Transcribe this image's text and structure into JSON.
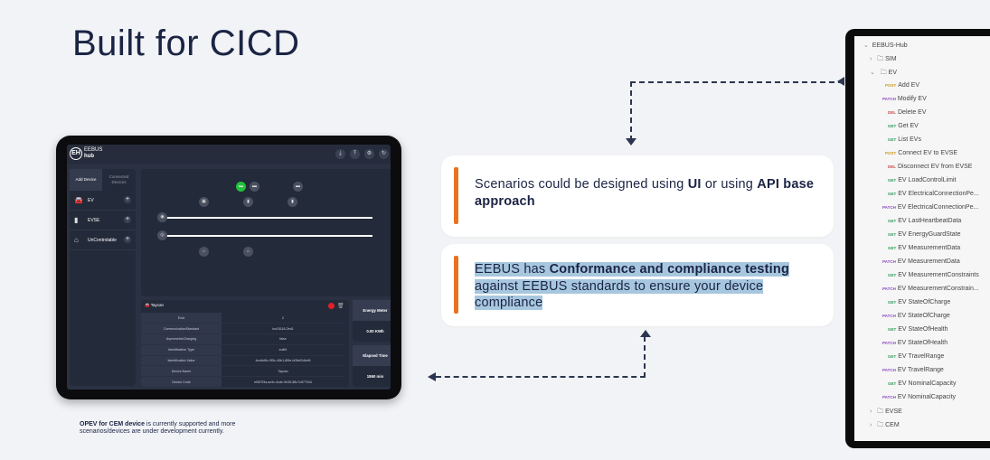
{
  "title": "Built for CICD",
  "app": {
    "logo_mark": "EH",
    "logo_line1": "EEBUS",
    "logo_line2": "hub",
    "header_icons": [
      "download-icon",
      "upload-icon",
      "settings-icon",
      "refresh-icon"
    ],
    "tabs": [
      "Add Device",
      "Connected Devices"
    ],
    "devices": [
      {
        "label": "EV",
        "icon": "car-icon"
      },
      {
        "label": "EVSE",
        "icon": "charger-icon"
      },
      {
        "label": "UnControlable",
        "icon": "house-icon"
      }
    ],
    "device_card": {
      "name": "Taycan",
      "rows": [
        {
          "key": "EvId",
          "value": "2"
        },
        {
          "key": "CommunicationStandard",
          "value": "iso15118-2ed1"
        },
        {
          "key": "AsymmetricCharging",
          "value": "false"
        },
        {
          "key": "Identification Type",
          "value": "eui64"
        },
        {
          "key": "Identification Value",
          "value": "4cc6ef6c-9f5c-45b1-8f5e-b05ef2d4ef6"
        },
        {
          "key": "Device Name",
          "value": "Taycan"
        },
        {
          "key": "Device Code",
          "value": "e05f7f3a-ac9c-4cde-9e35-58c7c577044"
        }
      ]
    },
    "energy_meter": {
      "title": "Energy Meter",
      "value": "0.00 KWh"
    },
    "elapsed_time": {
      "title": "Elapsed Time",
      "value": "1860 min"
    }
  },
  "caption": {
    "bold": "OPEV for CEM device",
    "rest": " is currently supported and more scenarios/devices are under development currently."
  },
  "cards": [
    {
      "parts": [
        "Scenarios could be designed using  ",
        "UI",
        " or using ",
        "API base approach"
      ]
    },
    {
      "parts": [
        "EEBUS has ",
        "Conformance and compliance testing",
        " against EEBUS standards to ensure your device compliance"
      ]
    }
  ],
  "postman": {
    "root": "EEBUS-Hub",
    "folders": [
      "SIM",
      "EV",
      "EVSE",
      "CEM"
    ],
    "requests": [
      {
        "m": "POST",
        "n": "Add EV"
      },
      {
        "m": "PATCH",
        "n": "Modify EV"
      },
      {
        "m": "DEL",
        "n": "Delete EV"
      },
      {
        "m": "GET",
        "n": "Get EV"
      },
      {
        "m": "GET",
        "n": "List EVs"
      },
      {
        "m": "POST",
        "n": "Connect EV to EVSE"
      },
      {
        "m": "DEL",
        "n": "Disconnect EV from EVSE"
      },
      {
        "m": "GET",
        "n": "EV LoadControlLimit"
      },
      {
        "m": "GET",
        "n": "EV ElectricalConnectionPe..."
      },
      {
        "m": "PATCH",
        "n": "EV ElectricalConnectionPe..."
      },
      {
        "m": "GET",
        "n": "EV LastHeartbeatData"
      },
      {
        "m": "GET",
        "n": "EV EnergyGuardState"
      },
      {
        "m": "GET",
        "n": "EV MeasurementData"
      },
      {
        "m": "PATCH",
        "n": "EV MeasurementData"
      },
      {
        "m": "GET",
        "n": "EV MeasurementConstraints"
      },
      {
        "m": "PATCH",
        "n": "EV MeasurementConstrain..."
      },
      {
        "m": "GET",
        "n": "EV StateOfCharge"
      },
      {
        "m": "PATCH",
        "n": "EV StateOfCharge"
      },
      {
        "m": "GET",
        "n": "EV StateOfHealth"
      },
      {
        "m": "PATCH",
        "n": "EV StateOfHealth"
      },
      {
        "m": "GET",
        "n": "EV TravelRange"
      },
      {
        "m": "PATCH",
        "n": "EV TravelRange"
      },
      {
        "m": "GET",
        "n": "EV NominalCapacity"
      },
      {
        "m": "PATCH",
        "n": "EV NominalCapacity"
      }
    ]
  }
}
